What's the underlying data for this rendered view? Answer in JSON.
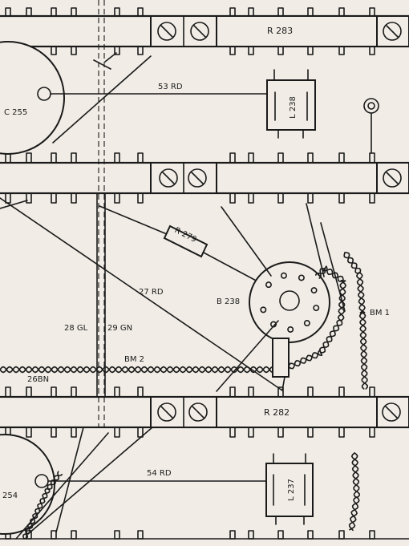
{
  "labels": {
    "r283": "R 283",
    "r282": "R 282",
    "r279": "R 279",
    "c255": "C 255",
    "c254": "254",
    "l238": "L 238",
    "l237": "L 237",
    "b238": "B 238",
    "w53": "53 RD",
    "w54": "54 RD",
    "w27": "27 RD",
    "w28": "28 GL",
    "w29": "29 GN",
    "w26": "26BN",
    "bm1": "BM 1",
    "bm2": "BM 2"
  },
  "icons": [
    "screw-terminal-icon",
    "ground-lug-icon"
  ]
}
